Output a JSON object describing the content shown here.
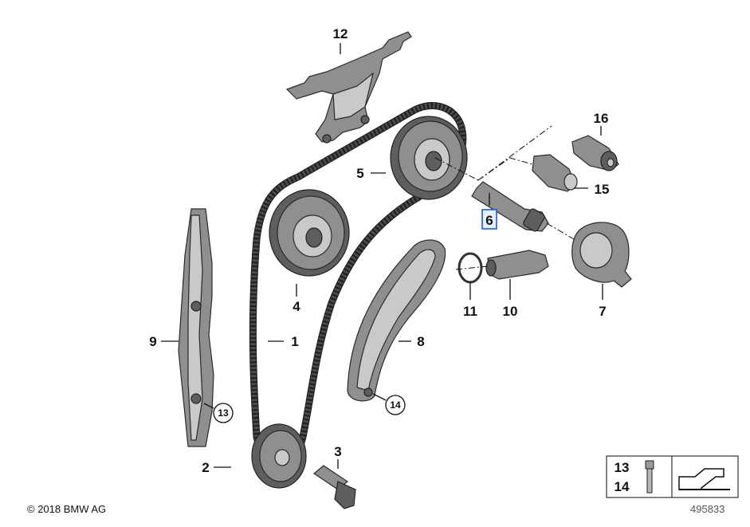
{
  "callouts": {
    "c1": "1",
    "c2": "2",
    "c3": "3",
    "c4": "4",
    "c5": "5",
    "c6": "6",
    "c7": "7",
    "c8": "8",
    "c9": "9",
    "c10": "10",
    "c11": "11",
    "c12": "12",
    "c15": "15",
    "c16": "16"
  },
  "circled": {
    "on_guide_9": "13",
    "on_rail_8": "14"
  },
  "legend": {
    "top": "13",
    "bottom": "14"
  },
  "footer": {
    "copyright": "© 2018 BMW AG",
    "diagram_number": "495833"
  }
}
